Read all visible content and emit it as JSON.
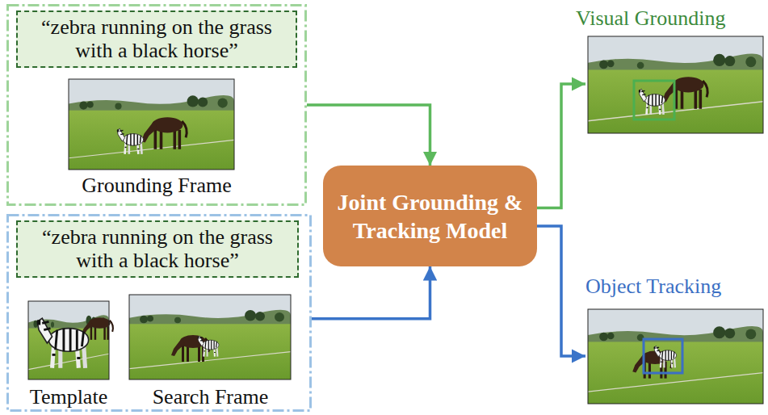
{
  "diagram": {
    "nodes": [
      {
        "text": [
          "Grounding Frame"
        ]
      },
      {
        "text": [
          "“zebra running on the grass with a black horse”"
        ],
        "in": 0
      },
      {
        "text": [
          "Template",
          "Search Frame"
        ]
      },
      {
        "text": [
          "“zebra running on the grass with a black horse”"
        ],
        "in": 2
      },
      {
        "text": [
          "Joint Grounding & Tracking Model"
        ]
      },
      {
        "text": [
          "Visual Grounding"
        ]
      },
      {
        "text": [
          "Object Tracking"
        ]
      }
    ],
    "edges": [
      {
        "from": 0,
        "to": 4,
        "arrow": "to"
      },
      {
        "from": 2,
        "to": 4,
        "arrow": "to"
      },
      {
        "from": 4,
        "to": 5,
        "arrow": "to"
      },
      {
        "from": 4,
        "to": 6,
        "arrow": "to"
      }
    ]
  }
}
